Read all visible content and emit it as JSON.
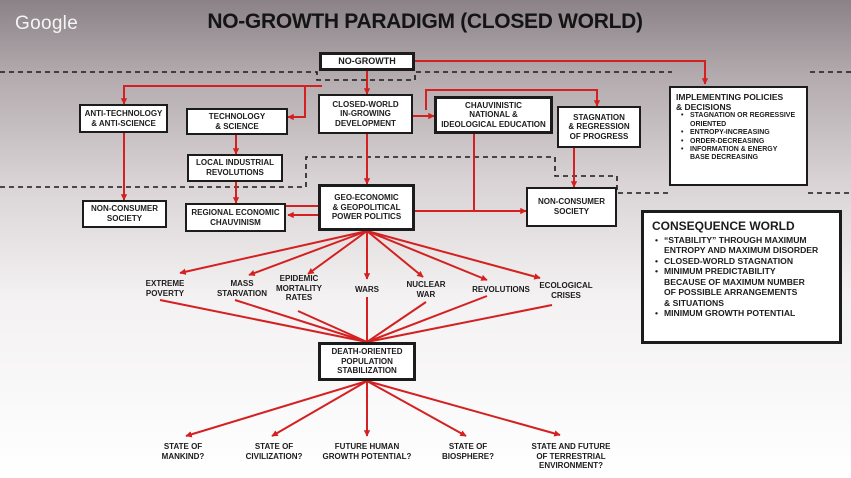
{
  "logo": "Google",
  "title": "NO-GROWTH PARADIGM (CLOSED WORLD)",
  "colors": {
    "connector": "#d42020",
    "boundary": "#1a1a1a",
    "box_border": "#1c1c1c"
  },
  "boxes": {
    "no_growth": "NO-GROWTH",
    "anti_tech": "ANTI-TECHNOLOGY\n& ANTI-SCIENCE",
    "tech_science": "TECHNOLOGY\n& SCIENCE",
    "closed_world": "CLOSED-WORLD\nIN-GROWING\nDEVELOPMENT",
    "chauvinistic": "CHAUVINISTIC\nNATIONAL &\nIDEOLOGICAL EDUCATION",
    "stagnation": "STAGNATION\n& REGRESSION\nOF PROGRESS",
    "local_industrial": "LOCAL INDUSTRIAL\nREVOLUTIONS",
    "non_consumer_left": "NON-CONSUMER\nSOCIETY",
    "regional": "REGIONAL ECONOMIC\nCHAUVINISM",
    "geo_economic": "GEO-ECONOMIC\n& GEOPOLITICAL\nPOWER POLITICS",
    "non_consumer_right": "NON-CONSUMER\nSOCIETY",
    "death_oriented": "DEATH-ORIENTED\nPOPULATION\nSTABILIZATION"
  },
  "implementing": {
    "heading": "IMPLEMENTING POLICIES\n& DECISIONS",
    "items": [
      "STAGNATION OR REGRESSIVE\nORIENTED",
      "ENTROPY-INCREASING",
      "ORDER-DECREASING",
      "INFORMATION & ENERGY\nBASE DECREASING"
    ]
  },
  "consequence": {
    "heading": "CONSEQUENCE WORLD",
    "items": [
      "“STABILITY” THROUGH MAXIMUM\nENTROPY AND MAXIMUM DISORDER",
      "CLOSED-WORLD STAGNATION",
      "MINIMUM PREDICTABILITY\nBECAUSE OF MAXIMUM NUMBER\nOF POSSIBLE ARRANGEMENTS\n& SITUATIONS",
      "MINIMUM GROWTH POTENTIAL"
    ]
  },
  "outcomes": [
    "EXTREME\nPOVERTY",
    "MASS\nSTARVATION",
    "EPIDEMIC\nMORTALITY\nRATES",
    "WARS",
    "NUCLEAR\nWAR",
    "REVOLUTIONS",
    "ECOLOGICAL\nCRISES"
  ],
  "questions": [
    "STATE OF\nMANKIND?",
    "STATE OF\nCIVILIZATION?",
    "FUTURE HUMAN\nGROWTH POTENTIAL?",
    "STATE OF\nBIOSPHERE?",
    "STATE AND FUTURE\nOF TERRESTRIAL\nENVIRONMENT?"
  ]
}
